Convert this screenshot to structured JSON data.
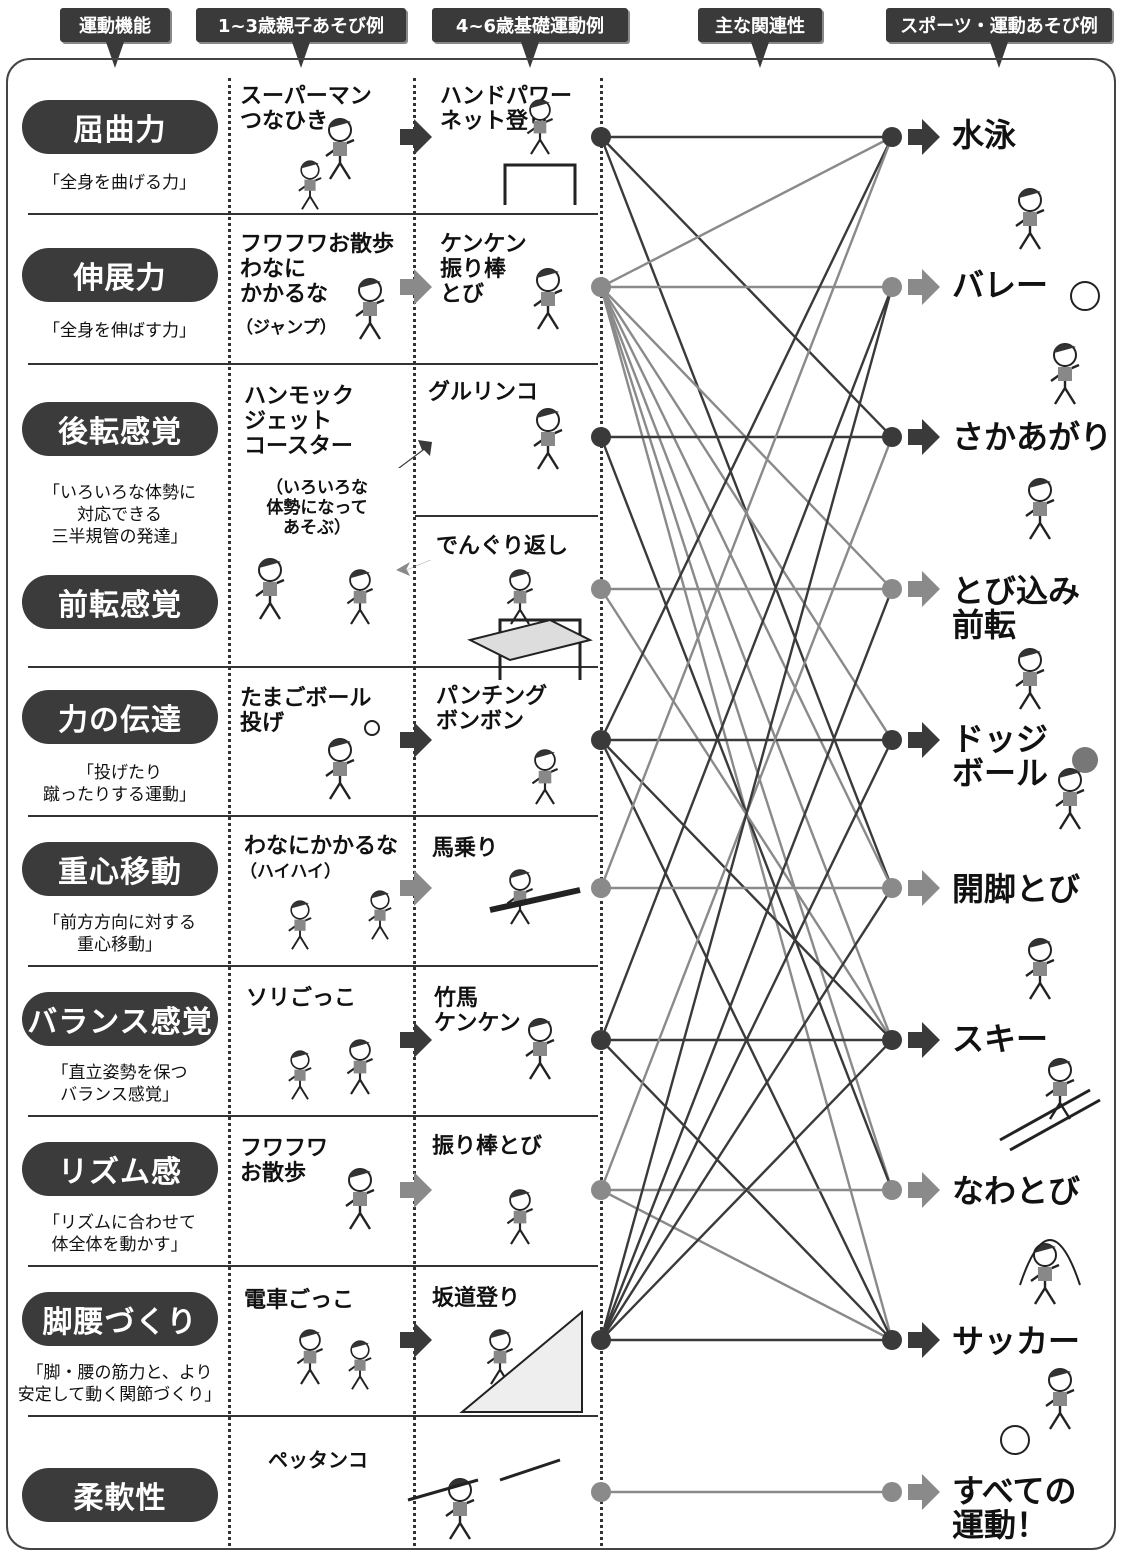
{
  "headers": {
    "functions": "運動機能",
    "toddler": "1~3歳親子あそび例",
    "preschool": "4~6歳基礎運動例",
    "relations": "主な関連性",
    "sports": "スポーツ・運動あそび例"
  },
  "functions": [
    {
      "name": "屈曲力",
      "desc": "「全身を曲げる力」"
    },
    {
      "name": "伸展力",
      "desc": "「全身を伸ばす力」"
    },
    {
      "name": "後転感覚",
      "desc": "「いろいろな体勢に\n対応できる\n三半規管の発達」"
    },
    {
      "name": "前転感覚",
      "desc": ""
    },
    {
      "name": "力の伝達",
      "desc": "「投げたり\n蹴ったりする運動」"
    },
    {
      "name": "重心移動",
      "desc": "「前方方向に対する\n重心移動」"
    },
    {
      "name": "バランス感覚",
      "desc": "「直立姿勢を保つ\nバランス感覚」"
    },
    {
      "name": "リズム感",
      "desc": "「リズムに合わせて\n体全体を動かす」"
    },
    {
      "name": "脚腰づくり",
      "desc": "「脚・腰の筋力と、より\n安定して動く関節づくり」"
    },
    {
      "name": "柔軟性",
      "desc": ""
    }
  ],
  "toddler_activities": [
    "スーパーマン\nつなひき",
    "フワフワお散歩\nわなに\nかかるな",
    "ハンモック\nジェット\nコースター",
    "たまごボール\n投げ",
    "わなにかかるな",
    "ソリごっこ",
    "フワフワ\nお散歩",
    "電車ごっこ",
    "ペッタンコ"
  ],
  "toddler_notes": {
    "jump": "（ジャンプ）",
    "poses": "（いろいろな\n体勢になって\nあそぶ）",
    "crawl": "（ハイハイ）"
  },
  "preschool_activities": [
    "ハンドパワー\nネット登り",
    "ケンケン\n振り棒\nとび",
    "グルリンコ",
    "でんぐり返し",
    "パンチング\nボンボン",
    "馬乗り",
    "竹馬\nケンケン",
    "振り棒とび",
    "坂道登り"
  ],
  "sports": [
    "水泳",
    "バレー",
    "さかあがり",
    "とび込み\n前転",
    "ドッジ\nボール",
    "開脚とび",
    "スキー",
    "なわとび",
    "サッカー",
    "すべての\n運動！"
  ],
  "colors": {
    "dark": "#3a3a3a",
    "gray": "#8a8a8a",
    "light": "#b5b5b5"
  }
}
